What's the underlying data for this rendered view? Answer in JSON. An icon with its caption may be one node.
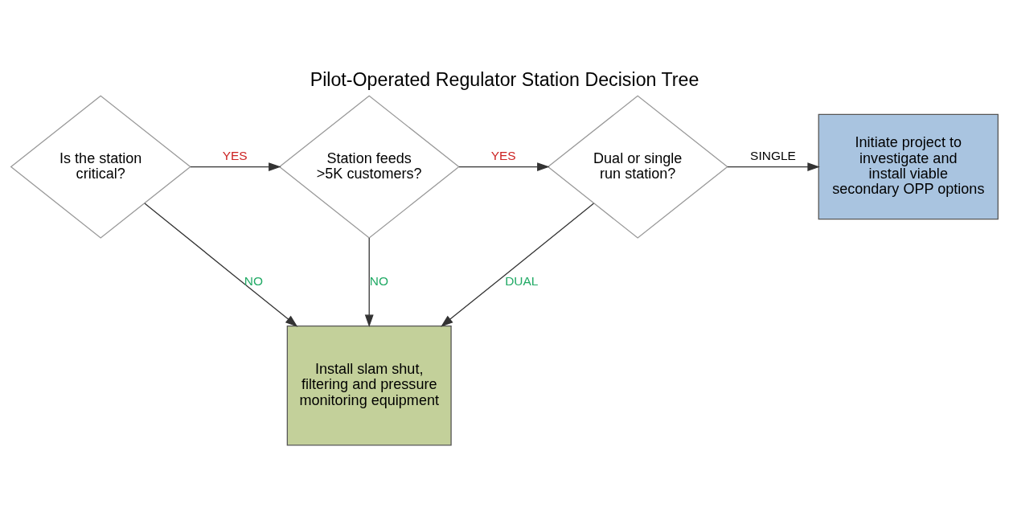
{
  "diagram": {
    "title": "Pilot-Operated Regulator Station Decision Tree",
    "nodes": [
      {
        "text": [
          "Is the station critical?"
        ]
      },
      {
        "text": [
          "Station feeds >5K customers?"
        ]
      },
      {
        "text": [
          "Dual or single run station?"
        ]
      },
      {
        "text": [
          "Initiate project to investigate and install viable secondary OPP options"
        ]
      },
      {
        "text": [
          "Install slam shut, filtering and pressure monitoring equipment"
        ]
      }
    ],
    "edges": [
      {
        "from": 0,
        "to": 1,
        "arrow": "to",
        "label": "YES"
      },
      {
        "from": 1,
        "to": 2,
        "arrow": "to",
        "label": "YES"
      },
      {
        "from": 2,
        "to": 3,
        "arrow": "to",
        "label": "SINGLE"
      },
      {
        "from": 0,
        "to": 4,
        "arrow": "to",
        "label": "NO"
      },
      {
        "from": 1,
        "to": 4,
        "arrow": "to",
        "label": "NO"
      },
      {
        "from": 2,
        "to": 4,
        "arrow": "to",
        "label": "DUAL"
      }
    ]
  }
}
